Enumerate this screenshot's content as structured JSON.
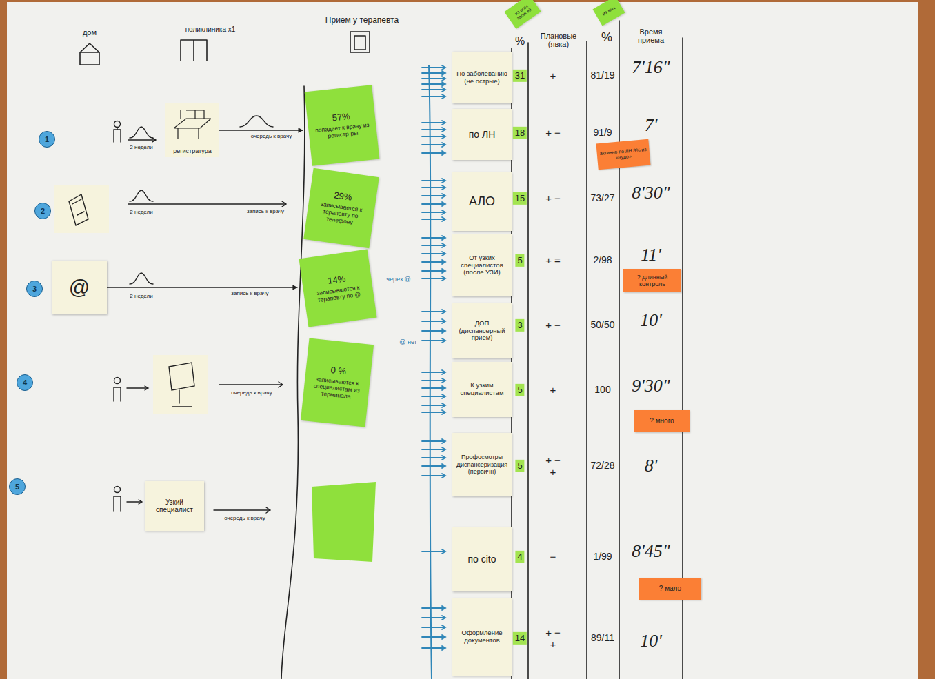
{
  "diagram": {
    "nodes": [
      {
        "text": [
          "регистратура"
        ]
      },
      {
        "text": [
          "57%",
          "попадает к врачу из регистр-ры"
        ]
      },
      {
        "text": [
          "29%",
          "записывается к терапевту по телефону"
        ]
      },
      {
        "text": [
          "@"
        ]
      },
      {
        "text": [
          "14%",
          "записываются к терапевту по @"
        ]
      },
      {
        "text": [
          "0 %",
          "записываются к специалистам из терминала"
        ]
      },
      {
        "text": [
          "Узкий специалист"
        ]
      },
      {
        "text": [
          "из всех записей"
        ]
      },
      {
        "text": [
          "из них"
        ]
      },
      {
        "text": [
          "По заболеванию (не острые)"
        ]
      },
      {
        "text": [
          "по ЛН"
        ]
      },
      {
        "text": [
          "АЛО"
        ]
      },
      {
        "text": [
          "От узких специалистов (после УЗИ)"
        ]
      },
      {
        "text": [
          "ДОП (диспансерный прием)"
        ]
      },
      {
        "text": [
          "К узким специалистам"
        ]
      },
      {
        "text": [
          "Профосмотры Диспансеризация (первичн)"
        ]
      },
      {
        "text": [
          "по cito"
        ]
      },
      {
        "text": [
          "Оформление документов"
        ]
      },
      {
        "text": [
          "активно по ЛН 8% из «чудо»"
        ]
      },
      {
        "text": [
          "? длинный контроль"
        ]
      },
      {
        "text": [
          "? много"
        ]
      },
      {
        "text": [
          "? мало"
        ]
      }
    ],
    "edges": [
      {
        "from": 0,
        "to": 1,
        "arrow": "to",
        "label": "очередь к врачу"
      },
      {
        "from": 3,
        "to": 4,
        "arrow": "to",
        "label": "запись к врачу"
      }
    ],
    "labels": [
      "дом",
      "поликлиника х1",
      "Прием у терапевта",
      "1",
      "2 недели",
      "2",
      "2 недели",
      "запись к врачу",
      "3",
      "2 недели",
      "4",
      "очередь к врачу",
      "5",
      "очередь к врачу",
      "через @",
      "@ нет",
      "%",
      "Плановые (явка)",
      "%",
      "Время приема",
      "31",
      "+",
      "81/19",
      "7'16\"",
      "18",
      "+ −",
      "91/9",
      "7'",
      "15",
      "+ −",
      "73/27",
      "8'30\"",
      "5",
      "+ =",
      "2/98",
      "11'",
      "3",
      "+ −",
      "50/50",
      "10'",
      "5",
      "+",
      "100",
      "9'30\"",
      "5",
      "+ − +",
      "72/28",
      "8'",
      "4",
      "−",
      "1/99",
      "8'45\"",
      "14",
      "+ − +",
      "89/11",
      "10'"
    ]
  }
}
